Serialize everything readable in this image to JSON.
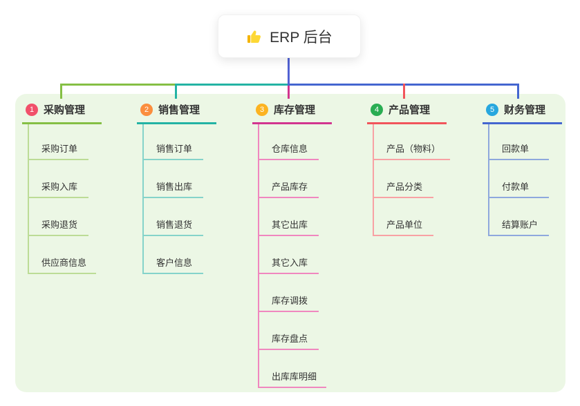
{
  "root": {
    "title": "ERP 后台",
    "icon": "thumbs-up"
  },
  "connector": {
    "stem_color": "#5162d3"
  },
  "panel": {
    "bg": "#ecf7e5"
  },
  "branches": [
    {
      "number": "1",
      "title": "采购管理",
      "badge_color": "#f1506a",
      "line_color": "#85bf44",
      "child_line_color": "#bcdc96",
      "items": [
        "采购订单",
        "采购入库",
        "采购退货",
        "供应商信息"
      ]
    },
    {
      "number": "2",
      "title": "销售管理",
      "badge_color": "#fb8e3e",
      "line_color": "#23b3a4",
      "child_line_color": "#85d3ca",
      "items": [
        "销售订单",
        "销售出库",
        "销售退货",
        "客户信息"
      ]
    },
    {
      "number": "3",
      "title": "库存管理",
      "badge_color": "#fcb321",
      "line_color": "#d2358f",
      "child_line_color": "#f087bf",
      "items": [
        "仓库信息",
        "产品库存",
        "其它出库",
        "其它入库",
        "库存调拨",
        "库存盘点",
        "出库库明细"
      ]
    },
    {
      "number": "4",
      "title": "产品管理",
      "badge_color": "#29ad52",
      "line_color": "#f1555b",
      "child_line_color": "#f8a1a4",
      "items": [
        "产品（物料）",
        "产品分类",
        "产品单位"
      ]
    },
    {
      "number": "5",
      "title": "财务管理",
      "badge_color": "#27a7de",
      "line_color": "#4466d0",
      "child_line_color": "#8ea8dd",
      "items": [
        "回款单",
        "付款单",
        "结算账户"
      ]
    }
  ]
}
